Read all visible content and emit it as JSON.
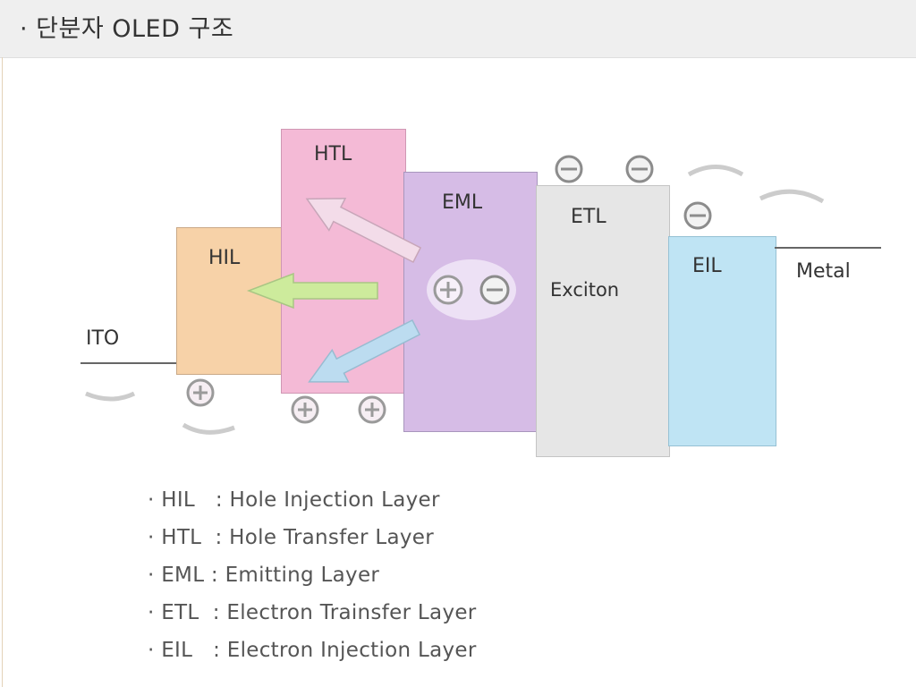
{
  "title": "· 단분자 OLED 구조",
  "diagram": {
    "labels": {
      "ito": "ITO",
      "hil": "HIL",
      "htl": "HTL",
      "eml": "EML",
      "etl": "ETL",
      "eil": "EIL",
      "metal": "Metal",
      "exciton": "Exciton"
    },
    "colors": {
      "hil": "#f7d2a8",
      "htl": "#f4bad6",
      "eml": "#d6bce6",
      "etl": "#e6e6e6",
      "eil": "#bfe4f4",
      "hole_arrow": "#f3dce9",
      "green_arrow": "#cdeb9c",
      "blue_arrow": "#bcdcf0",
      "charge": "#9a9a9a"
    }
  },
  "legend": [
    {
      "text": "· HIL   : Hole Injection Layer"
    },
    {
      "text": "· HTL  : Hole Transfer Layer"
    },
    {
      "text": "· EML : Emitting Layer"
    },
    {
      "text": "· ETL  : Electron Trainsfer Layer"
    },
    {
      "text": "· EIL   : Electron Injection Layer"
    }
  ]
}
